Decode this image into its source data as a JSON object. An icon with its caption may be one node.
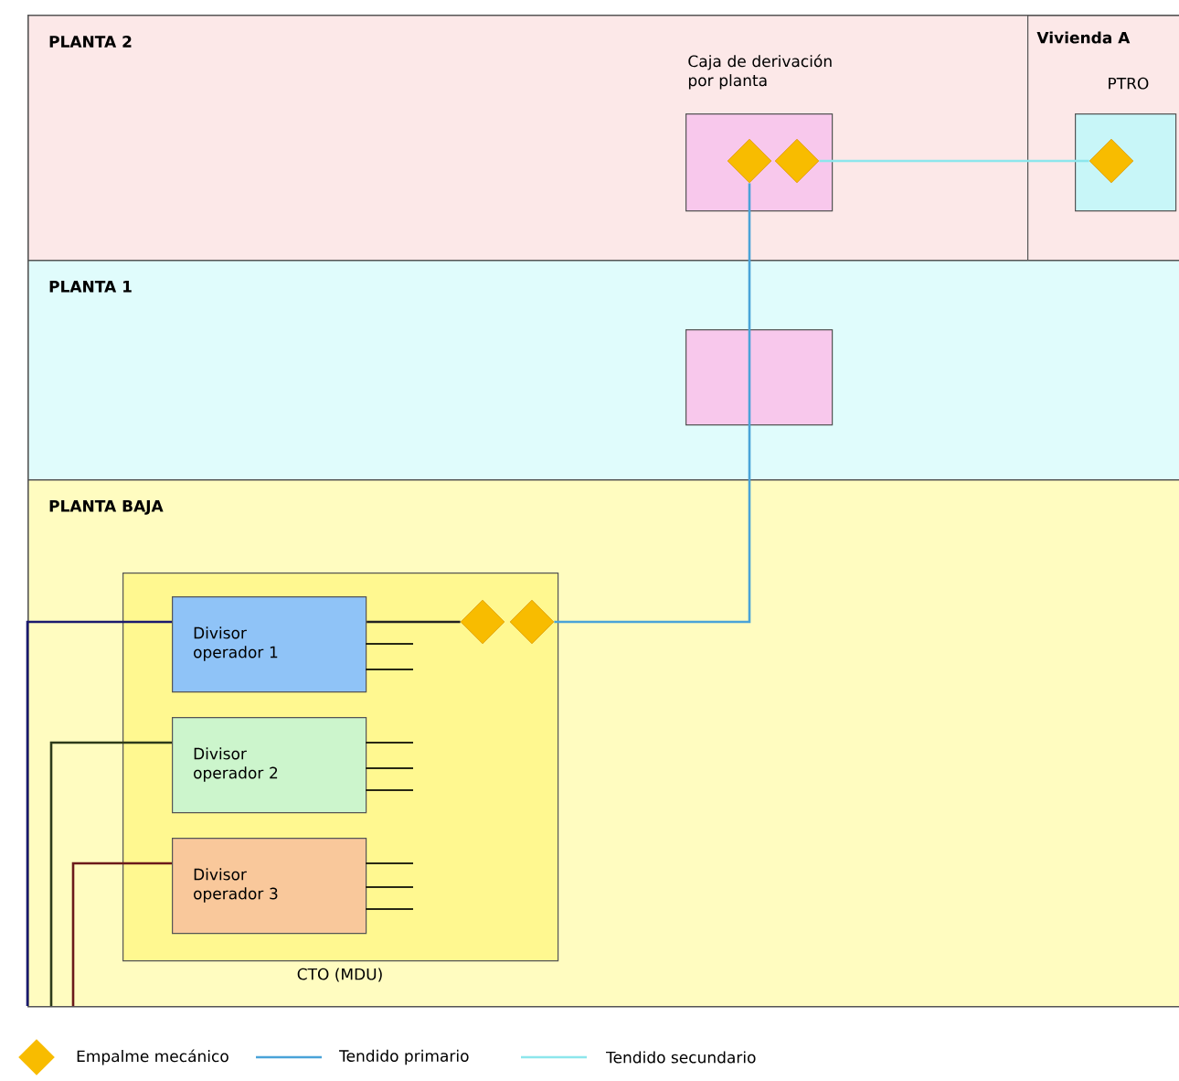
{
  "diagram": {
    "nodes": [
      {
        "text": [
          "PLANTA 2"
        ]
      },
      {
        "text": [
          "Vivienda A"
        ],
        "in": 0
      },
      {
        "text": [
          "Caja de derivación por planta"
        ],
        "in": 0
      },
      {
        "text": [],
        "shape": "diamond",
        "in": 2
      },
      {
        "text": [],
        "shape": "diamond",
        "in": 2
      },
      {
        "text": [
          "PTRO"
        ],
        "in": 1
      },
      {
        "text": [],
        "shape": "diamond",
        "in": 5
      },
      {
        "text": [
          "PLANTA 1"
        ]
      },
      {
        "text": [],
        "shape": "box",
        "in": 7
      },
      {
        "text": [
          "PLANTA BAJA"
        ]
      },
      {
        "text": [
          "CTO (MDU)"
        ],
        "in": 9
      },
      {
        "text": [
          "Divisor operador 1"
        ],
        "in": 10
      },
      {
        "text": [
          "Divisor operador 2"
        ],
        "in": 10
      },
      {
        "text": [
          "Divisor operador 3"
        ],
        "in": 10
      },
      {
        "text": [],
        "shape": "diamond",
        "in": 10
      },
      {
        "text": [],
        "shape": "diamond",
        "in": 10
      }
    ],
    "edges": [
      {
        "from": 11,
        "to": 14,
        "arrow": "none",
        "color": "#222222"
      },
      {
        "from": 3,
        "to": 8,
        "arrow": "none",
        "color": "#4aa3d8"
      },
      {
        "from": 8,
        "to": 15,
        "arrow": "none",
        "color": "#4aa3d8"
      },
      {
        "from": 4,
        "to": 6,
        "arrow": "none",
        "color": "#8de6ec"
      },
      {
        "from": null,
        "to": 11,
        "arrow": "none",
        "color": "#1a1a6e"
      },
      {
        "from": null,
        "to": 12,
        "arrow": "none",
        "color": "#2d3a1a"
      },
      {
        "from": null,
        "to": 13,
        "arrow": "none",
        "color": "#6b1a1a"
      }
    ],
    "legend": [
      {
        "text": "Empalme mecánico"
      },
      {
        "text": "Tendido primario"
      },
      {
        "text": "Tendido secundario"
      }
    ]
  }
}
